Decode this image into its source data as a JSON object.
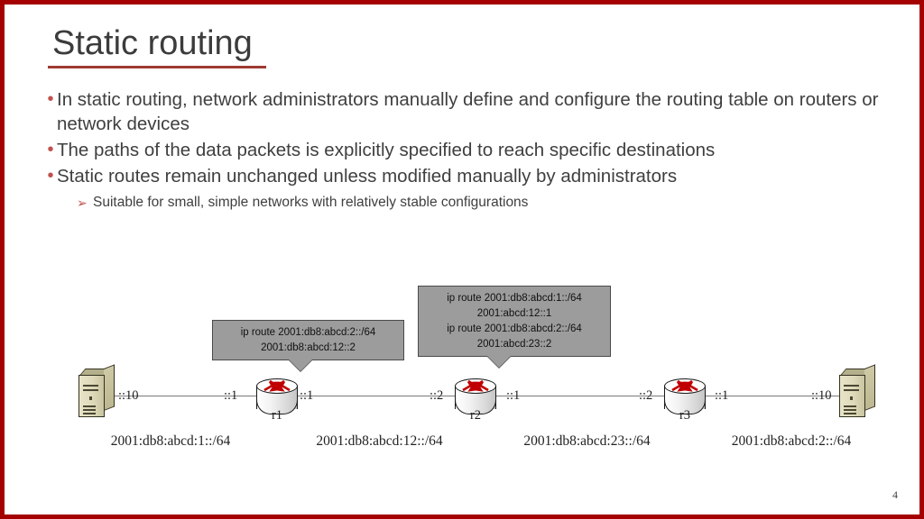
{
  "slide": {
    "title": "Static routing",
    "page_number": "4",
    "accent_color": "#9e3a32",
    "border_color": "#a40000",
    "bullet_color": "#c0504d",
    "callout_fill": "#9c9c9c"
  },
  "bullets": [
    {
      "marker": "•",
      "text": "In static routing, network administrators manually define and configure the routing table on routers or network devices"
    },
    {
      "marker": "•",
      "text": "The paths of the data packets is explicitly specified to reach specific destinations"
    },
    {
      "marker": "•",
      "text": "Static routes remain unchanged unless modified manually by administrators"
    }
  ],
  "sub_bullets": [
    {
      "marker": "➢",
      "text": "Suitable for small, simple networks with relatively stable configurations"
    }
  ],
  "diagram": {
    "callouts": [
      {
        "id": "callout-r1",
        "lines": [
          "ip route 2001:db8:abcd:2::/64",
          "2001:db8:abcd:12::2"
        ]
      },
      {
        "id": "callout-r2",
        "lines": [
          "ip route 2001:db8:abcd:1::/64",
          "2001:abcd:12::1",
          "ip route 2001:db8:abcd:2::/64",
          "2001:abcd:23::2"
        ]
      }
    ],
    "nodes": [
      {
        "type": "server",
        "name": "left-server",
        "iface_right": "::10"
      },
      {
        "type": "router",
        "name": "r1",
        "label": "r1",
        "iface_left": "::1",
        "iface_right": "::1"
      },
      {
        "type": "router",
        "name": "r2",
        "label": "r2",
        "iface_left": "::2",
        "iface_right": "::1"
      },
      {
        "type": "router",
        "name": "r3",
        "label": "r3",
        "iface_left": "::2",
        "iface_right": "::1"
      },
      {
        "type": "server",
        "name": "right-server",
        "iface_left": "::10"
      }
    ],
    "subnets": [
      "2001:db8:abcd:1::/64",
      "2001:db8:abcd:12::/64",
      "2001:db8:abcd:23::/64",
      "2001:db8:abcd:2::/64"
    ]
  }
}
